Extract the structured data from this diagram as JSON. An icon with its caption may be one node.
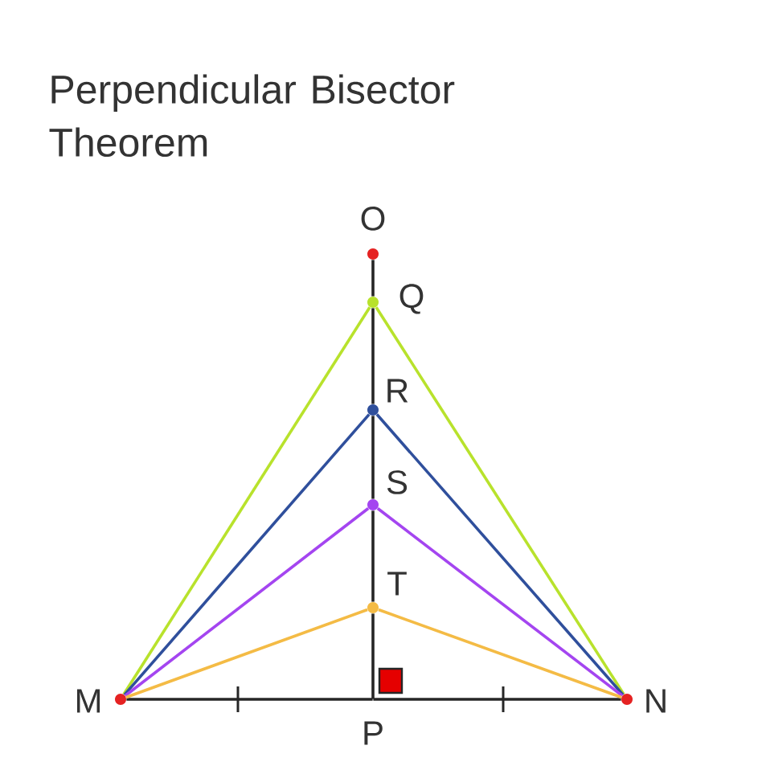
{
  "diagram": {
    "title": "Perpendicular Bisector Theorem",
    "nodes": [
      {
        "text": [
          "O"
        ]
      },
      {
        "text": [
          "Q"
        ]
      },
      {
        "text": [
          "R"
        ]
      },
      {
        "text": [
          "S"
        ]
      },
      {
        "text": [
          "T"
        ]
      },
      {
        "text": [
          "M"
        ]
      },
      {
        "text": [
          "P"
        ]
      },
      {
        "text": [
          "N"
        ]
      }
    ],
    "edges": [
      {
        "from": 0,
        "to": 1,
        "arrow": "none"
      },
      {
        "from": 1,
        "to": 2,
        "arrow": "none"
      },
      {
        "from": 2,
        "to": 3,
        "arrow": "none"
      },
      {
        "from": 3,
        "to": 4,
        "arrow": "none"
      },
      {
        "from": 4,
        "to": 6,
        "arrow": "none"
      },
      {
        "from": 5,
        "to": 6,
        "arrow": "none"
      },
      {
        "from": 6,
        "to": 7,
        "arrow": "none"
      },
      {
        "from": 5,
        "to": 1,
        "arrow": "none",
        "color": "#b8e22c"
      },
      {
        "from": 1,
        "to": 7,
        "arrow": "none",
        "color": "#b8e22c"
      },
      {
        "from": 5,
        "to": 2,
        "arrow": "none",
        "color": "#2f4f9c"
      },
      {
        "from": 2,
        "to": 7,
        "arrow": "none",
        "color": "#2f4f9c"
      },
      {
        "from": 5,
        "to": 3,
        "arrow": "none",
        "color": "#a445f0"
      },
      {
        "from": 3,
        "to": 7,
        "arrow": "none",
        "color": "#a445f0"
      },
      {
        "from": 5,
        "to": 4,
        "arrow": "none",
        "color": "#f4bb45"
      },
      {
        "from": 4,
        "to": 7,
        "arrow": "none",
        "color": "#f4bb45"
      }
    ]
  }
}
